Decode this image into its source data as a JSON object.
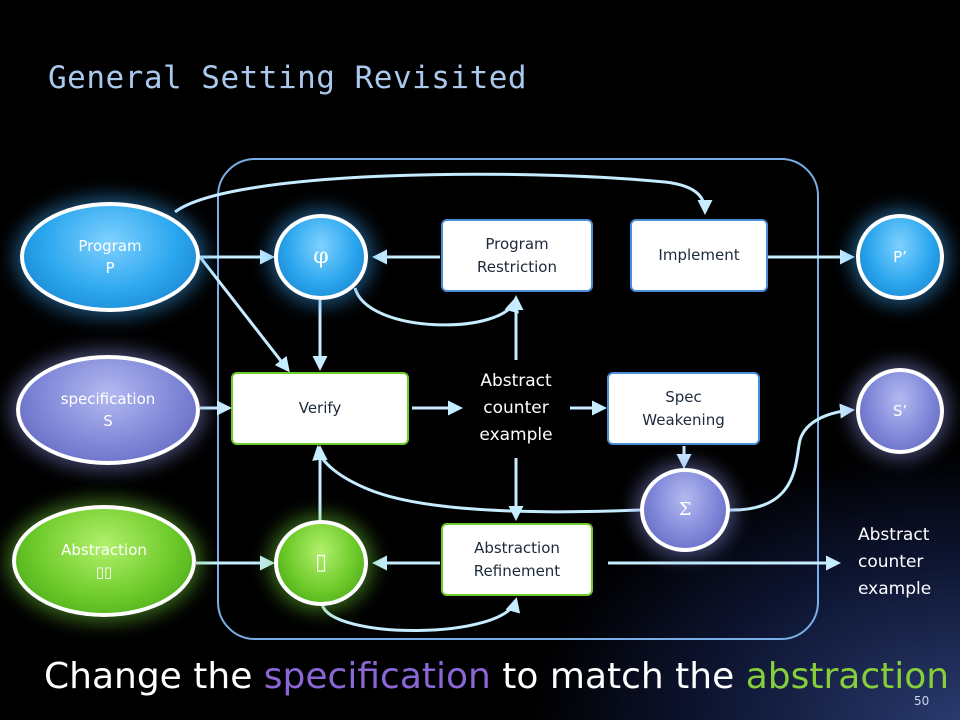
{
  "title": "General Setting Revisited",
  "nodes": {
    "program": {
      "line1": "Program",
      "line2": "P"
    },
    "specification": {
      "line1": "specification",
      "line2": "S"
    },
    "abstraction": {
      "line1": "Abstraction",
      "line2": "▯▯"
    },
    "phi": "φ",
    "alpha": "▯",
    "sigma": "Σ",
    "p_prime": "P’",
    "s_prime": "S’",
    "program_restriction": {
      "line1": "Program",
      "line2": "Restriction"
    },
    "implement": "Implement",
    "verify": "Verify",
    "spec_weakening": {
      "line1": "Spec",
      "line2": "Weakening"
    },
    "abstraction_refinement": {
      "line1": "Abstraction",
      "line2": "Refinement"
    },
    "counterexample_center": {
      "line1": "Abstract",
      "line2": "counter",
      "line3": "example"
    },
    "counterexample_right": {
      "line1": "Abstract",
      "line2": "counter",
      "line3": "example"
    }
  },
  "caption": {
    "part1": "Change the ",
    "spec_word": "specification",
    "part2": " to match the ",
    "abs_word": "abstraction"
  },
  "page_number": "50",
  "colors": {
    "title": "#a9c8ec",
    "frame": "#7aaee6",
    "arrow": "#c6ecff",
    "spec_word": "#8a66d6",
    "abs_word": "#86cf3a"
  }
}
